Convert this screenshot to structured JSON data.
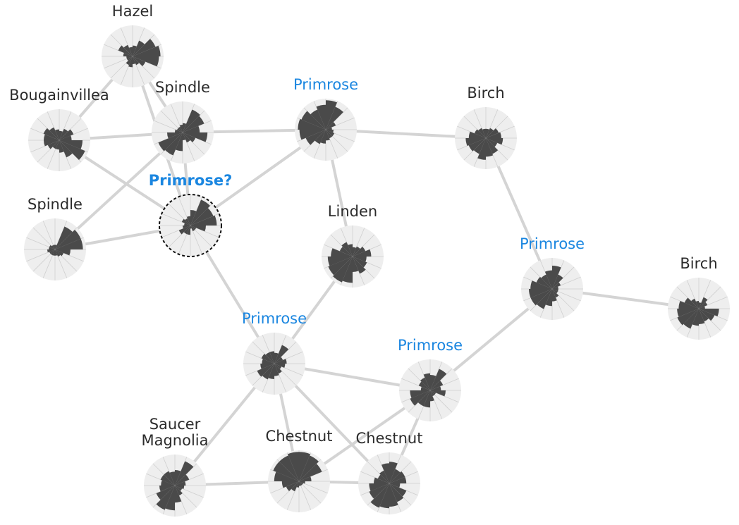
{
  "colors": {
    "edge": "#d4d4d4",
    "disc": "#eeeeee",
    "wedge": "#4a4a4a",
    "label": "#2b2b2b",
    "highlight": "#1a86e0",
    "query_ring": "#111111"
  },
  "nodes": [
    {
      "id": "hazel",
      "label_lines": [
        "Hazel"
      ],
      "style": "normal",
      "petals": [
        0.35,
        0.55,
        0.8,
        0.9,
        0.85,
        0.45,
        0.3,
        0.25,
        0.35,
        0.3,
        0.2,
        0.2,
        0.3,
        0.5,
        0.4,
        0.3
      ]
    },
    {
      "id": "bougainvillea",
      "label_lines": [
        "Bougainvillea"
      ],
      "style": "normal",
      "petals": [
        0.3,
        0.4,
        0.5,
        0.4,
        0.75,
        0.9,
        0.6,
        0.4,
        0.3,
        0.3,
        0.4,
        0.5,
        0.5,
        0.55,
        0.45,
        0.35
      ]
    },
    {
      "id": "spindle_top",
      "label_lines": [
        "Spindle"
      ],
      "style": "normal",
      "petals": [
        0.3,
        0.8,
        0.75,
        0.55,
        0.8,
        0.45,
        0.35,
        0.25,
        0.6,
        0.8,
        0.85,
        0.5,
        0.25,
        0.2,
        0.2,
        0.25
      ]
    },
    {
      "id": "primrose_top",
      "label_lines": [
        "Primrose"
      ],
      "style": "highlight",
      "petals": [
        0.95,
        0.8,
        0.35,
        0.2,
        0.25,
        0.3,
        0.3,
        0.35,
        0.45,
        0.5,
        0.7,
        0.85,
        0.9,
        0.85,
        0.7,
        0.8
      ]
    },
    {
      "id": "birch_top",
      "label_lines": [
        "Birch"
      ],
      "style": "normal",
      "petals": [
        0.3,
        0.35,
        0.45,
        0.5,
        0.55,
        0.4,
        0.55,
        0.6,
        0.7,
        0.55,
        0.6,
        0.65,
        0.55,
        0.4,
        0.35,
        0.3
      ]
    },
    {
      "id": "query",
      "label_lines": [
        "Primrose?"
      ],
      "style": "query",
      "petals": [
        0.5,
        0.9,
        0.8,
        0.85,
        0.5,
        0.2,
        0.2,
        0.1,
        0.3,
        0.3,
        0.4,
        0.25,
        0.2,
        0.3,
        0.25,
        0.3
      ]
    },
    {
      "id": "spindle_left",
      "label_lines": [
        "Spindle"
      ],
      "style": "normal",
      "petals": [
        0.15,
        0.8,
        0.9,
        0.9,
        0.5,
        0.3,
        0.25,
        0.2,
        0.2,
        0.2,
        0.2,
        0.25,
        0.2,
        0.2,
        0.15,
        0.15
      ]
    },
    {
      "id": "linden",
      "label_lines": [
        "Linden"
      ],
      "style": "normal",
      "petals": [
        0.3,
        0.35,
        0.45,
        0.6,
        0.45,
        0.5,
        0.6,
        0.5,
        0.85,
        0.9,
        0.85,
        0.8,
        0.7,
        0.45,
        0.5,
        0.4
      ]
    },
    {
      "id": "primrose_right",
      "label_lines": [
        "Primrose"
      ],
      "style": "highlight",
      "petals": [
        0.75,
        0.5,
        0.3,
        0.2,
        0.2,
        0.2,
        0.3,
        0.4,
        0.55,
        0.7,
        0.75,
        0.75,
        0.7,
        0.55,
        0.5,
        0.6
      ]
    },
    {
      "id": "birch_right",
      "label_lines": [
        "Birch"
      ],
      "style": "normal",
      "petals": [
        0.2,
        0.4,
        0.3,
        0.2,
        0.65,
        0.55,
        0.45,
        0.5,
        0.55,
        0.7,
        0.75,
        0.7,
        0.65,
        0.5,
        0.35,
        0.25
      ]
    },
    {
      "id": "primrose_mid",
      "label_lines": [
        "Primrose"
      ],
      "style": "highlight",
      "petals": [
        0.35,
        0.65,
        0.3,
        0.4,
        0.35,
        0.25,
        0.35,
        0.4,
        0.5,
        0.55,
        0.6,
        0.45,
        0.4,
        0.45,
        0.4,
        0.4
      ]
    },
    {
      "id": "primrose_lower",
      "label_lines": [
        "Primrose"
      ],
      "style": "highlight",
      "petals": [
        0.5,
        0.75,
        0.45,
        0.35,
        0.5,
        0.2,
        0.2,
        0.35,
        0.55,
        0.55,
        0.7,
        0.65,
        0.3,
        0.4,
        0.45,
        0.55
      ]
    },
    {
      "id": "saucer_magnolia",
      "label_lines": [
        "Saucer",
        "Magnolia"
      ],
      "style": "normal",
      "petals": [
        0.5,
        0.85,
        0.5,
        0.35,
        0.3,
        0.25,
        0.35,
        0.55,
        0.8,
        0.85,
        0.65,
        0.5,
        0.45,
        0.5,
        0.5,
        0.45
      ]
    },
    {
      "id": "chestnut_a",
      "label_lines": [
        "Chestnut"
      ],
      "style": "normal",
      "petals": [
        0.95,
        0.9,
        0.8,
        0.4,
        0.2,
        0.15,
        0.15,
        0.15,
        0.2,
        0.35,
        0.45,
        0.55,
        0.8,
        0.9,
        0.9,
        0.95
      ]
    },
    {
      "id": "chestnut_b",
      "label_lines": [
        "Chestnut"
      ],
      "style": "normal",
      "petals": [
        0.7,
        0.5,
        0.55,
        0.55,
        0.35,
        0.6,
        0.65,
        0.75,
        0.8,
        0.85,
        0.7,
        0.65,
        0.5,
        0.4,
        0.45,
        0.65
      ]
    }
  ],
  "edges": [
    [
      "hazel",
      "bougainvillea"
    ],
    [
      "hazel",
      "spindle_top"
    ],
    [
      "hazel",
      "query"
    ],
    [
      "bougainvillea",
      "spindle_top"
    ],
    [
      "bougainvillea",
      "query"
    ],
    [
      "spindle_top",
      "primrose_top"
    ],
    [
      "spindle_top",
      "query"
    ],
    [
      "spindle_top",
      "spindle_left"
    ],
    [
      "primrose_top",
      "birch_top"
    ],
    [
      "primrose_top",
      "query"
    ],
    [
      "primrose_top",
      "linden"
    ],
    [
      "birch_top",
      "primrose_right"
    ],
    [
      "spindle_left",
      "query"
    ],
    [
      "query",
      "primrose_mid"
    ],
    [
      "linden",
      "primrose_mid"
    ],
    [
      "primrose_right",
      "birch_right"
    ],
    [
      "primrose_right",
      "primrose_lower"
    ],
    [
      "primrose_mid",
      "primrose_lower"
    ],
    [
      "primrose_mid",
      "saucer_magnolia"
    ],
    [
      "primrose_mid",
      "chestnut_a"
    ],
    [
      "primrose_mid",
      "chestnut_b"
    ],
    [
      "primrose_lower",
      "chestnut_a"
    ],
    [
      "primrose_lower",
      "chestnut_b"
    ],
    [
      "saucer_magnolia",
      "chestnut_a"
    ],
    [
      "chestnut_a",
      "chestnut_b"
    ]
  ]
}
